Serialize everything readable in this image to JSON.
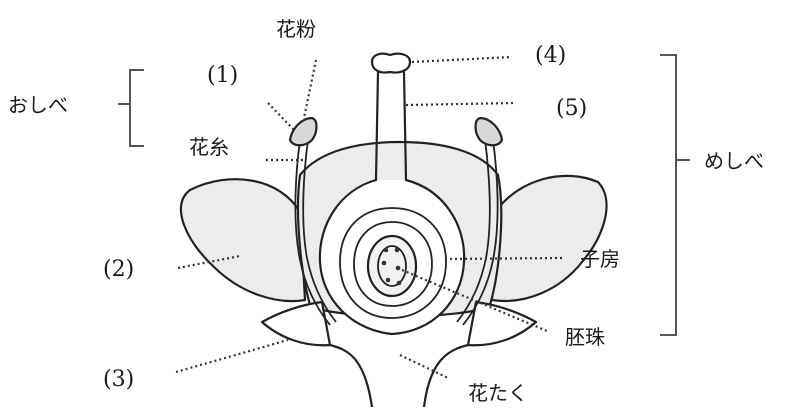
{
  "labels": {
    "pollen": "花粉",
    "num1": "(1)",
    "num2": "(2)",
    "num3": "(3)",
    "num4": "(4)",
    "num5": "(5)",
    "stamen": "おしべ",
    "filament": "花糸",
    "pistil": "めしべ",
    "ovary": "子房",
    "ovule": "胚珠",
    "receptacle": "花たく"
  },
  "colors": {
    "line": "#222222",
    "petal_fill": "#ececec",
    "background": "#ffffff"
  }
}
